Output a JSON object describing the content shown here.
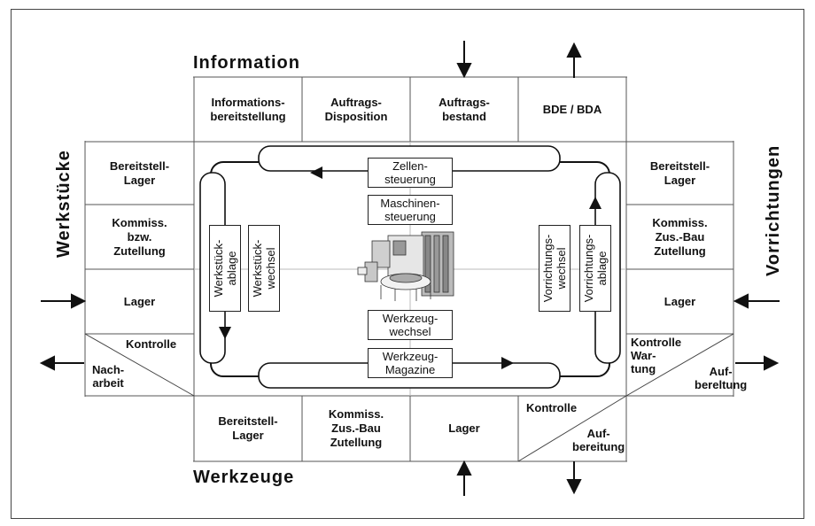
{
  "sections": {
    "top": "Information",
    "bottom": "Werkzeuge",
    "left": "Werkstücke",
    "right": "Vorrichtungen"
  },
  "top_row": [
    "Informations-\nbereitstellung",
    "Auftrags-\nDisposition",
    "Auftrags-\nbestand",
    "BDE / BDA"
  ],
  "bottom_row": [
    "Bereitstell-\nLager",
    "Kommiss.\nZus.-Bau\nZutellung",
    "Lager"
  ],
  "bottom_split": {
    "upper": "Kontrolle",
    "lower": "Auf-\nbereitung"
  },
  "left_col": [
    "Bereitstell-\nLager",
    "Kommiss.\nbzw.\nZutellung",
    "Lager"
  ],
  "left_split": {
    "upper": "Kontrolle",
    "lower": "Nach-\narbeit"
  },
  "right_col": [
    "Bereitstell-\nLager",
    "Kommiss.\nZus.-Bau\nZutellung",
    "Lager"
  ],
  "right_split": {
    "upper": "Kontrolle\nWar-\ntung",
    "lower": "Auf-\nbereltung"
  },
  "center": {
    "zellensteuerung": "Zellen-\nsteuerung",
    "maschinensteuerung": "Maschinen-\nsteuerung",
    "werkzeugwechsel": "Werkzeug-\nwechsel",
    "werkzeugmagazine": "Werkzeug-\nMagazine",
    "werkstueckablage": "Werkstück-\nablage",
    "werkstueckwechsel": "Werkstück-\nwechsel",
    "vorrichtungswechsel": "Vorrichtungs-\nwechsel",
    "vorrichtungsablage": "Vorrichtungs-\nablage"
  },
  "icons": {
    "machine": "machining-cell-icon"
  }
}
